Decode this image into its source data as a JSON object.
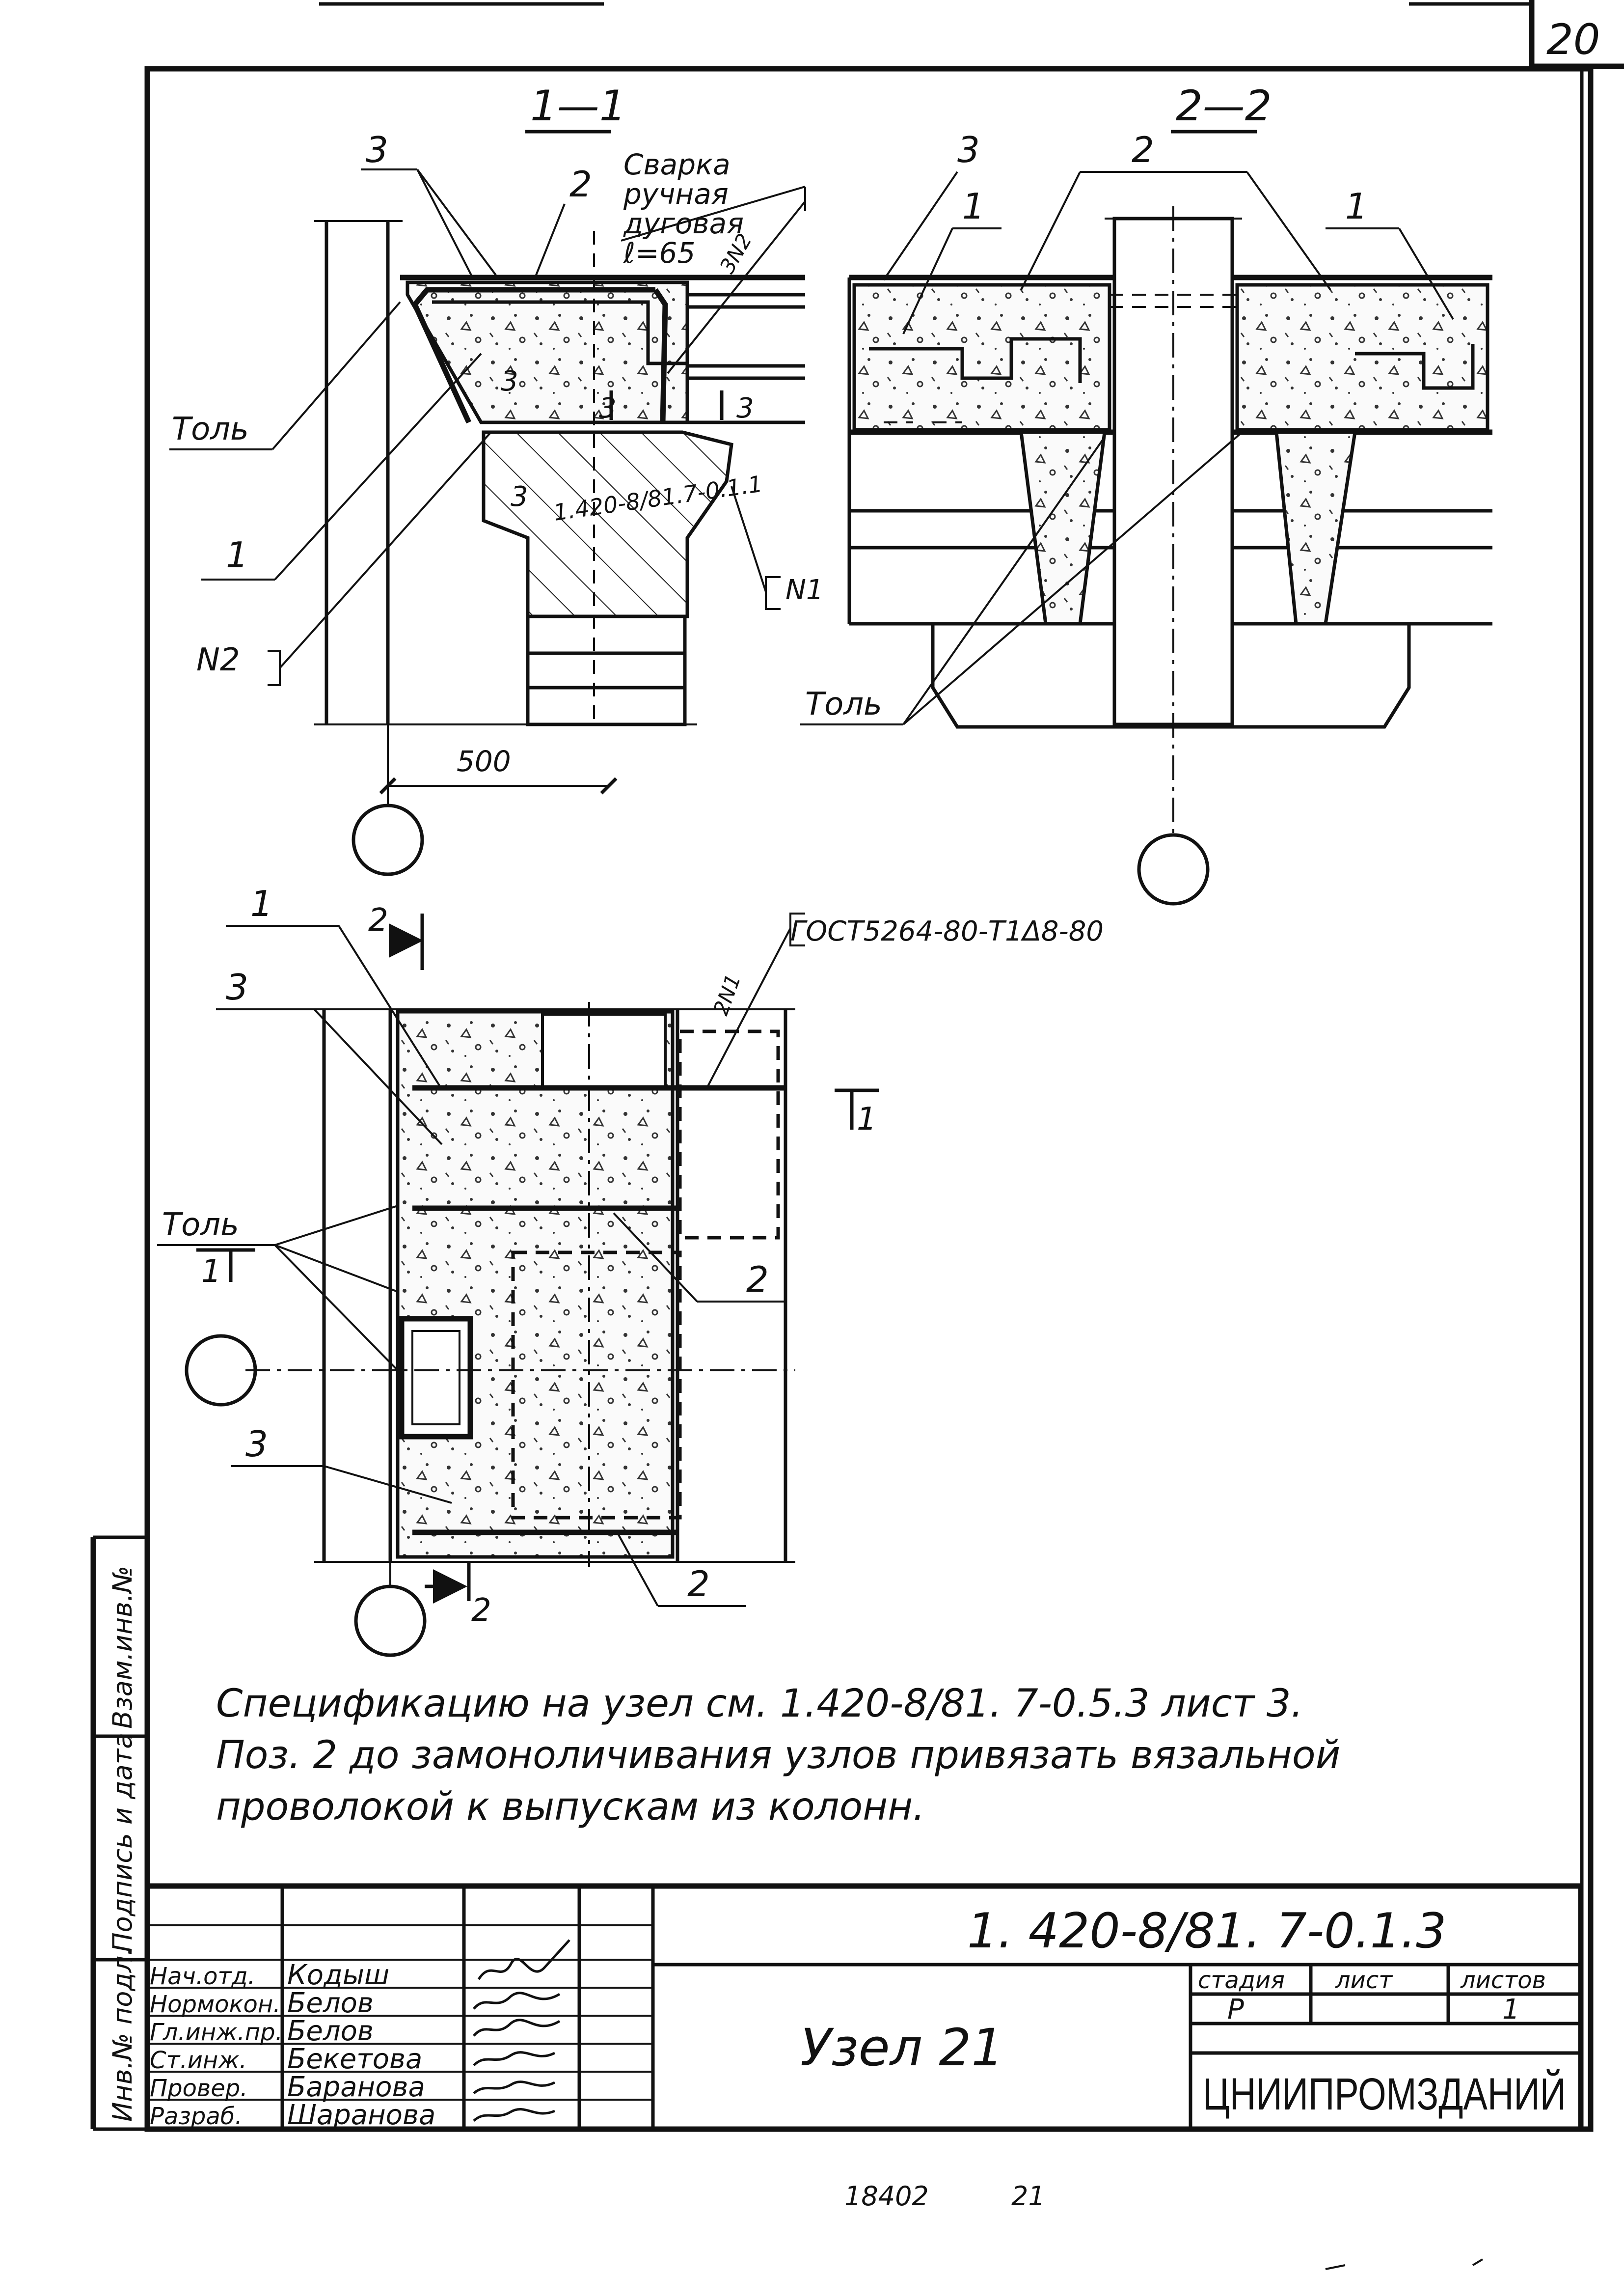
{
  "sheet_number": "20",
  "section_1": {
    "title": "1—1",
    "callouts": [
      "3",
      "2",
      "1",
      "N2",
      "Толь",
      "N1"
    ],
    "weld_note": [
      "Сварка",
      "ручная",
      "дуговая",
      "ℓ=65"
    ],
    "weld_tag": "3N2",
    "cut_marks": [
      "3",
      "3",
      "3",
      "3"
    ],
    "part_ref": "1.420-8/81.7-0.1.1",
    "dimension": "500"
  },
  "section_2": {
    "title": "2—2",
    "callouts": [
      "3",
      "2",
      "1",
      "1"
    ],
    "label": "Толь"
  },
  "plan": {
    "callouts": [
      "1",
      "3",
      "3",
      "2",
      "2"
    ],
    "label_tol": "Толь",
    "gost": "ГОСТ5264-80-Т1Δ8-80",
    "weld_tag": "2N1",
    "cut_top": "2",
    "cut_bottom": "2",
    "cut_1": "1",
    "cut_1b": "1"
  },
  "notes": [
    "Спецификацию на узел см. 1.420-8/81. 7-0.5.3 лист 3.",
    "Поз. 2 до замоноличивания узлов привязать вязальной",
    "проволокой к выпускам из колонн."
  ],
  "side_stamp": [
    "Инв.№ подл.",
    "Подпись и дата",
    "Взам.инв.№"
  ],
  "title_block": {
    "doc_code": "1. 420-8/81. 7-0.1.3",
    "title": "Узел 21",
    "roles": [
      "Нач.отд.",
      "Нормокон.",
      "Гл.инж.пр.",
      "Ст.инж.",
      "Провер.",
      "Разраб."
    ],
    "names": [
      "Кодыш",
      "Белов",
      "Белов",
      "Бекетова",
      "Баранова",
      "Шаранова"
    ],
    "stage_header": "стадия",
    "sheet_header": "лист",
    "sheets_header": "листов",
    "stage": "Р",
    "sheet": "",
    "sheets": "1",
    "organization": "ЦНИИПРОМЗДАНИЙ"
  },
  "footer": {
    "archive_number": "18402",
    "page": "21"
  }
}
